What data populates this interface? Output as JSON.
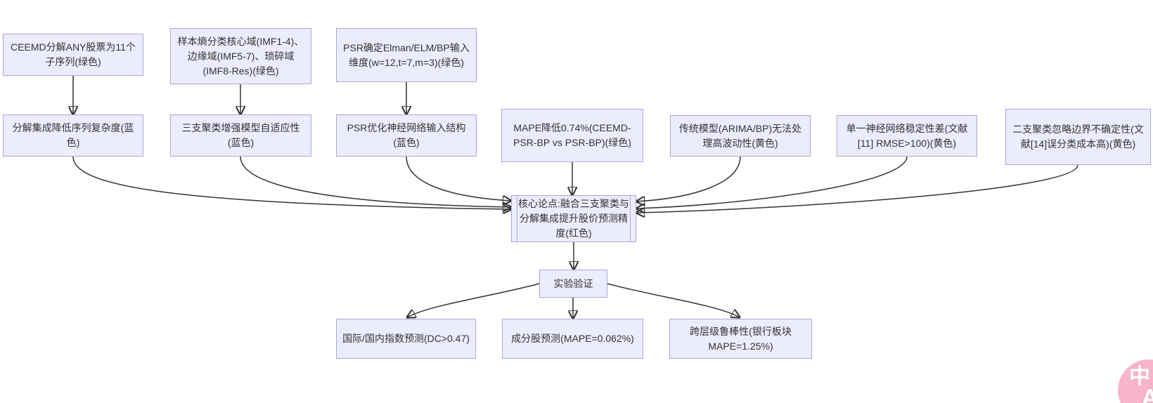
{
  "diagram": {
    "nodes": {
      "a1": {
        "label": "CEEMD分解ANY股票为11个子序列(绿色)"
      },
      "a2": {
        "label": "样本熵分类核心域(IMF1-4)、边缘域(IMF5-7)、琐碎域(IMF8-Res)(绿色)"
      },
      "a3": {
        "label": "PSR确定Elman/ELM/BP输入维度(w=12,t=7,m=3)(绿色)"
      },
      "b1": {
        "label": "分解集成降低序列复杂度(蓝色)"
      },
      "b2": {
        "label": "三支聚类增强模型自适应性(蓝色)"
      },
      "b3": {
        "label": "PSR优化神经网络输入结构(蓝色)"
      },
      "b4": {
        "label": "MAPE降低0.74%(CEEMD-PSR-BP vs PSR-BP)(绿色)"
      },
      "b5": {
        "label": "传统模型(ARIMA/BP)无法处理高波动性(黄色)"
      },
      "b6": {
        "label": "单一神经网络稳定性差(文献[11] RMSE>100)(黄色)"
      },
      "b7": {
        "label": "二支聚类忽略边界不确定性(文献[14]误分类成本高)(黄色)"
      },
      "core": {
        "label": "核心论点:融合三支聚类与分解集成提升股价预测精度(红色)"
      },
      "exp": {
        "label": "实验验证"
      },
      "c1": {
        "label": "国际/国内指数预测(DC>0.47)"
      },
      "c2": {
        "label": "成分股预测(MAPE=0.062%)"
      },
      "c3": {
        "label": "跨层级鲁棒性(银行板块MAPE=1.25%)"
      }
    },
    "colors": {
      "node_fill": "#ececff",
      "node_border": "#aea6d6",
      "edge": "#333333",
      "text": "#333333",
      "translate_button": "#f7b4cb"
    }
  },
  "translate_button": {
    "zh": "中",
    "en": "A"
  }
}
